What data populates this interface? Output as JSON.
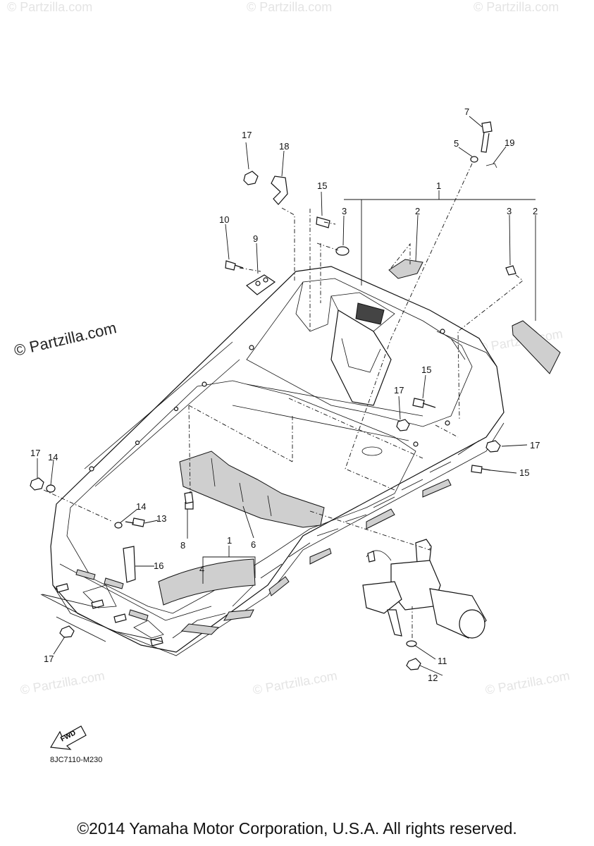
{
  "watermark": {
    "text": "© Partzilla.com",
    "side_text": "© Partzilla.com"
  },
  "callouts": {
    "c1a": "1",
    "c1b": "1",
    "c2a": "2",
    "c2b": "2",
    "c3a": "3",
    "c3b": "3",
    "c4": "4",
    "c5": "5",
    "c6": "6",
    "c7": "7",
    "c8": "8",
    "c9": "9",
    "c10": "10",
    "c11": "11",
    "c12": "12",
    "c13": "13",
    "c14a": "14",
    "c14b": "14",
    "c15a": "15",
    "c15b": "15",
    "c15c": "15",
    "c16": "16",
    "c17a": "17",
    "c17b": "17",
    "c17c": "17",
    "c17d": "17",
    "c17e": "17",
    "c18": "18",
    "c19": "19"
  },
  "fwd_label": "FWD",
  "diagram_code": "8JC7110-M230",
  "copyright": "©2014 Yamaha Motor Corporation, U.S.A. All rights reserved."
}
